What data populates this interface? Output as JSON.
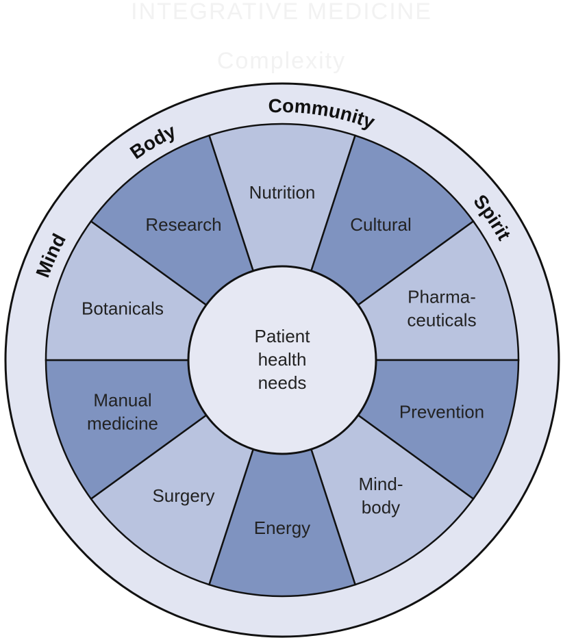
{
  "title": "INTEGRATIVE MEDICINE",
  "subtitle": "Complexity",
  "center_label": [
    "Patient",
    "health",
    "needs"
  ],
  "ring_labels": [
    "Mind",
    "Body",
    "Community",
    "Spirit"
  ],
  "segments": [
    {
      "lines": [
        "Nutrition"
      ],
      "shade": "light"
    },
    {
      "lines": [
        "Cultural"
      ],
      "shade": "dark"
    },
    {
      "lines": [
        "Pharma-",
        "ceuticals"
      ],
      "shade": "light"
    },
    {
      "lines": [
        "Prevention"
      ],
      "shade": "dark"
    },
    {
      "lines": [
        "Mind-",
        "body"
      ],
      "shade": "light"
    },
    {
      "lines": [
        "Energy"
      ],
      "shade": "dark"
    },
    {
      "lines": [
        "Surgery"
      ],
      "shade": "light"
    },
    {
      "lines": [
        "Manual",
        "medicine"
      ],
      "shade": "dark"
    },
    {
      "lines": [
        "Botanicals"
      ],
      "shade": "light"
    },
    {
      "lines": [
        "Research"
      ],
      "shade": "dark"
    }
  ],
  "colors": {
    "dark": "#7f93c0",
    "light": "#b9c3df",
    "ring": "#e2e5f2",
    "center": "#e6e8f3",
    "stroke": "#111111"
  }
}
